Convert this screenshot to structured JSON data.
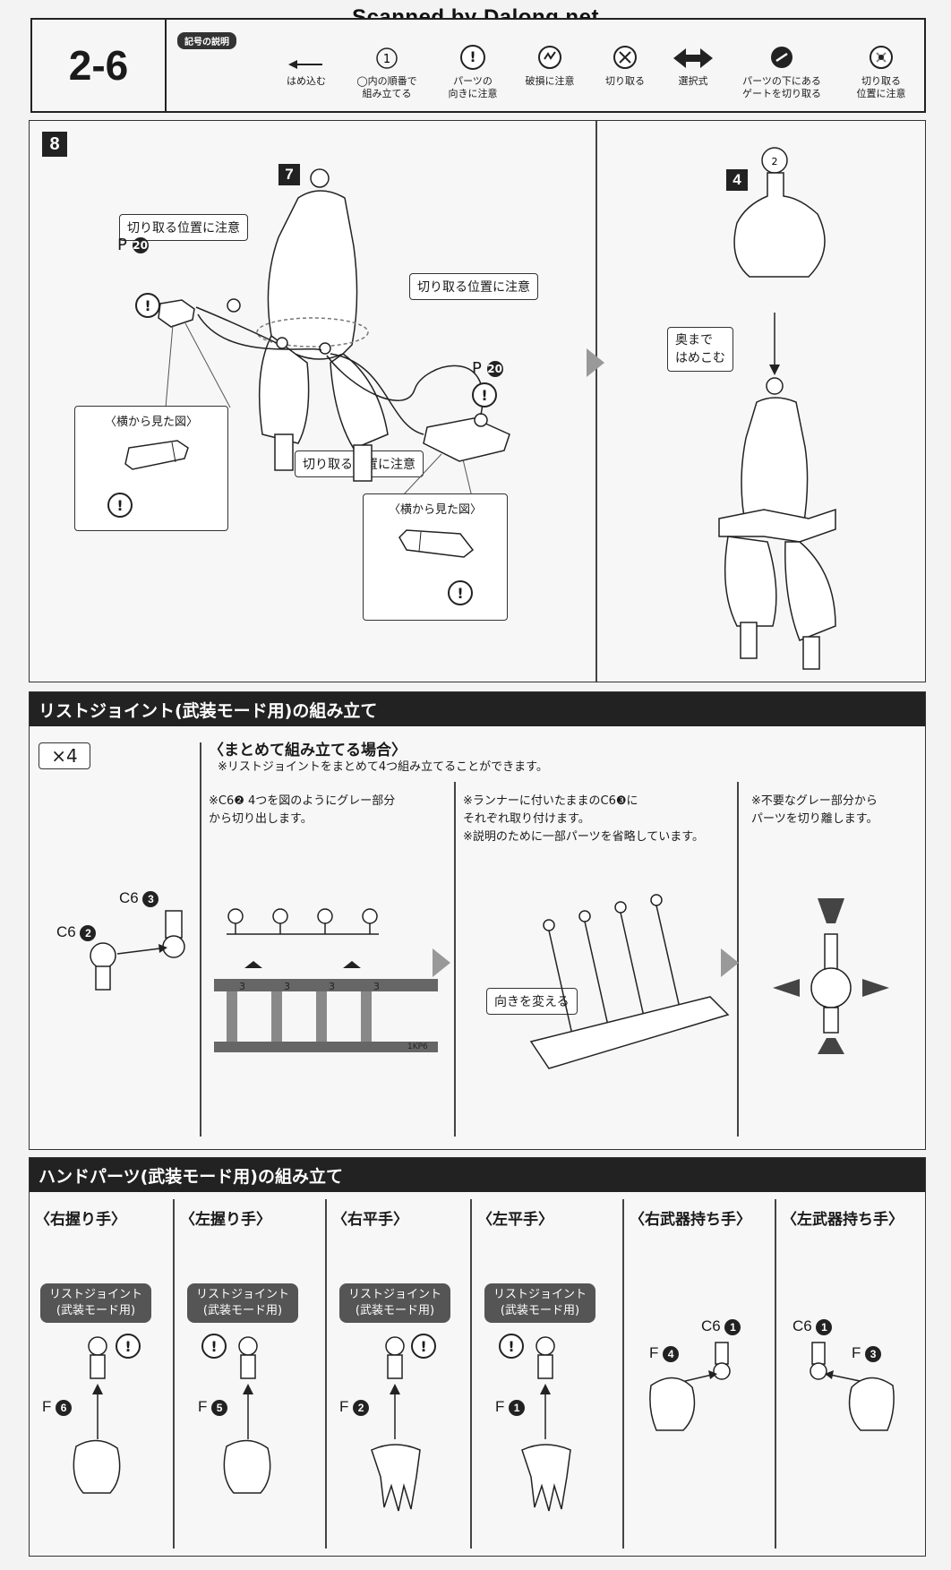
{
  "watermark": "Scanned by Dalong.net",
  "header": {
    "step_number": "2-6",
    "legend_title": "記号の説明",
    "legend": [
      {
        "icon": "arrow-left-icon",
        "label": "はめ込む"
      },
      {
        "icon": "circled-number-icon",
        "symbol": "1",
        "label": "◯内の順番で\n組み立てる"
      },
      {
        "icon": "exclamation-icon",
        "symbol": "!",
        "label": "パーツの\n向きに注意"
      },
      {
        "icon": "broken-icon",
        "label": "破損に注意"
      },
      {
        "icon": "cut-icon",
        "label": "切り取る"
      },
      {
        "icon": "double-arrow-icon",
        "label": "選択式"
      },
      {
        "icon": "gate-cut-icon",
        "label": "パーツの下にある\nゲートを切り取る"
      },
      {
        "icon": "cut-position-icon",
        "label": "切り取る\n位置に注意"
      }
    ]
  },
  "step8": {
    "step_badge": "8",
    "sub7": "7",
    "sub4": "4",
    "cut_note_1": "切り取る位置に注意",
    "cut_note_2": "切り取る位置に注意",
    "cut_note_3": "切り取る位置に注意",
    "part_left": "P",
    "part_left_num": "20",
    "part_right": "P",
    "part_right_num": "20",
    "side_view_1": "〈横から見た図〉",
    "side_view_2": "〈横から見た図〉",
    "push_in": "奥まで\nはめこむ",
    "ball_num": "2"
  },
  "wrist": {
    "title": "リストジョイント(武装モード用)の組み立て",
    "multiplier": "×4",
    "part_a": "C6",
    "part_a_num": "2",
    "part_b": "C6",
    "part_b_num": "3",
    "batch_title": "〈まとめて組み立てる場合〉",
    "batch_note": "※リストジョイントをまとめて4つ組み立てることができます。",
    "note1": "※C6❷ 4つを図のようにグレー部分\n  から切り出します。",
    "note2": "※ランナーに付いたままのC6❸に\n  それぞれ取り付けます。\n※説明のために一部パーツを省略しています。",
    "note3": "※不要なグレー部分から\n  パーツを切り離します。",
    "turn_label": "向きを変える",
    "runner_num": "3",
    "runner_code": "1KP6"
  },
  "hands": {
    "title": "ハンドパーツ(武装モード用)の組み立て",
    "columns": [
      {
        "title": "〈右握り手〉",
        "label": "リストジョイント\n(武装モード用)",
        "part": "F",
        "num": "6"
      },
      {
        "title": "〈左握り手〉",
        "label": "リストジョイント\n(武装モード用)",
        "part": "F",
        "num": "5"
      },
      {
        "title": "〈右平手〉",
        "label": "リストジョイント\n(武装モード用)",
        "part": "F",
        "num": "2"
      },
      {
        "title": "〈左平手〉",
        "label": "リストジョイント\n(武装モード用)",
        "part": "F",
        "num": "1"
      },
      {
        "title": "〈右武器持ち手〉",
        "part": "F",
        "num": "4",
        "joint": "C6",
        "joint_num": "1"
      },
      {
        "title": "〈左武器持ち手〉",
        "part": "F",
        "num": "3",
        "joint": "C6",
        "joint_num": "1"
      }
    ]
  }
}
